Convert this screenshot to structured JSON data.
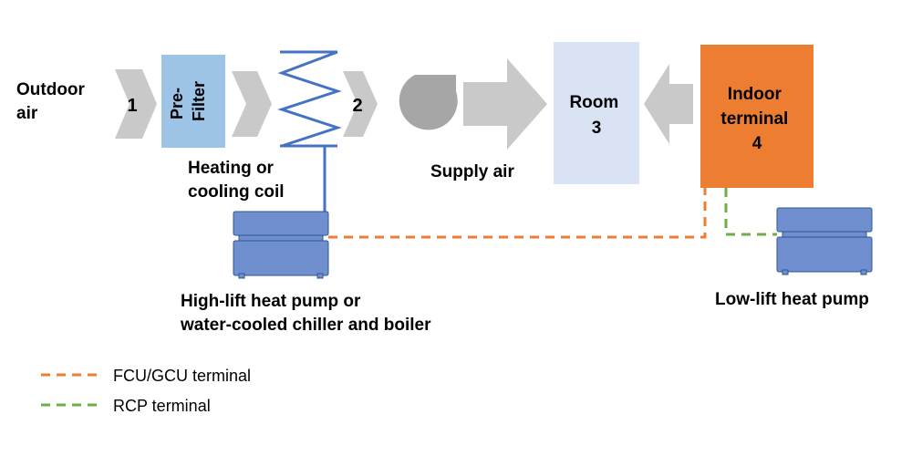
{
  "labels": {
    "outdoor_air": [
      "Outdoor",
      "air"
    ],
    "step_1": "1",
    "prefilter": [
      "Pre-",
      "Filter"
    ],
    "step_2": "2",
    "coil": [
      "Heating or",
      "cooling coil"
    ],
    "supply_air": "Supply air",
    "room": [
      "Room",
      "3"
    ],
    "indoor_terminal": [
      "Indoor",
      "terminal",
      "4"
    ],
    "high_lift": [
      "High-lift heat pump or",
      "water-cooled chiller and boiler"
    ],
    "low_lift": "Low-lift heat pump"
  },
  "legend": [
    {
      "label": "FCU/GCU terminal",
      "color": "#ED7D31"
    },
    {
      "label": "RCP terminal",
      "color": "#70AD47"
    }
  ],
  "colors": {
    "arrow": "#C9C9C9",
    "prefilter": "#9DC3E6",
    "coil": "#4472C4",
    "fan": "#A6A6A6",
    "room": "#DAE3F3",
    "terminal": "#ED7D31",
    "heat_pump": "#6F8FCF",
    "fcu_line": "#ED7D31",
    "rcp_line": "#70AD47"
  }
}
